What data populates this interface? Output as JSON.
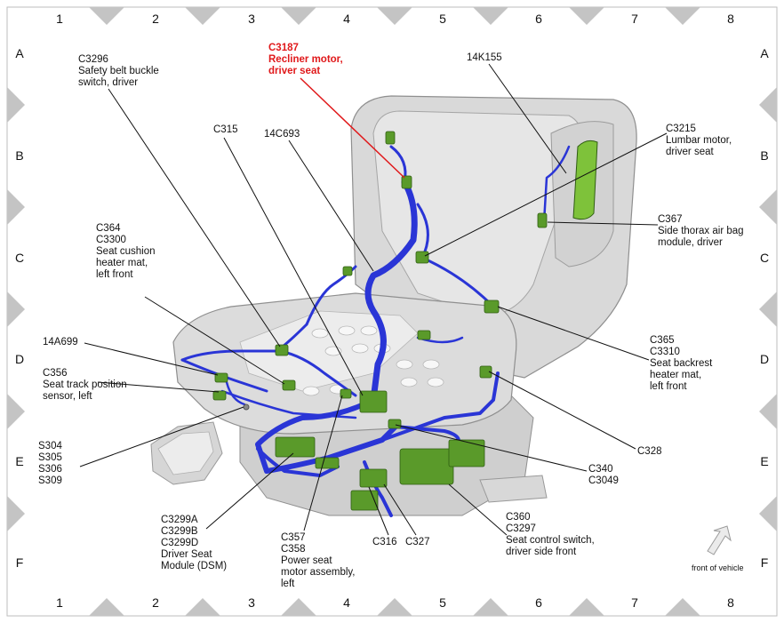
{
  "grid": {
    "columns": [
      "1",
      "2",
      "3",
      "4",
      "5",
      "6",
      "7",
      "8"
    ],
    "rows": [
      "A",
      "B",
      "C",
      "D",
      "E",
      "F"
    ]
  },
  "callouts": {
    "c3296": "C3296\nSafety belt buckle\nswitch, driver",
    "c3187": "C3187\nRecliner motor,\ndriver seat",
    "k14k155": "14K155",
    "c3215": "C3215\nLumbar motor,\ndriver seat",
    "c315": "C315",
    "c14c693": "14C693",
    "c367": "C367\nSide thorax air bag\nmodule, driver",
    "c364": "C364\nC3300\nSeat cushion\nheater mat,\nleft front",
    "c14a699": "14A699",
    "c356": "C356\nSeat track position\nsensor, left",
    "c365": "C365\nC3310\nSeat backrest\nheater mat,\nleft front",
    "c328": "C328",
    "s304": "S304\nS305\nS306\nS309",
    "c340": "C340\nC3049",
    "c3299": "C3299A\nC3299B\nC3299D\nDriver Seat\nModule (DSM)",
    "c357": "C357\nC358\nPower seat\nmotor assembly,\nleft",
    "c316": "C316",
    "c327": "C327",
    "c360": "C360\nC3297\nSeat control switch,\ndriver side front"
  },
  "front_label": "front of vehicle",
  "colors": {
    "harness": "#2a35d6",
    "connector": "#5a9a2a",
    "highlight": "#e0191b",
    "seat": "#d9d9d9"
  }
}
